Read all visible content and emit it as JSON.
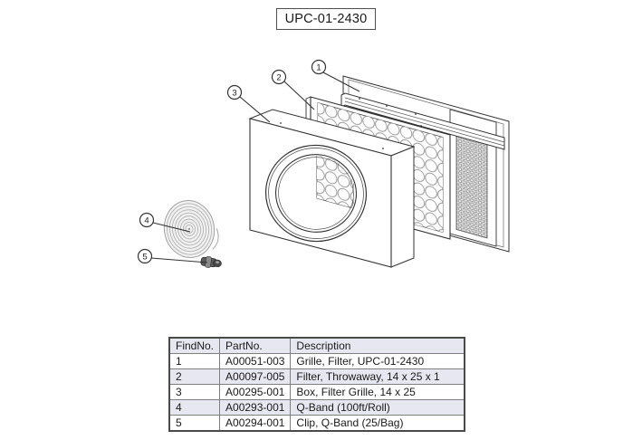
{
  "title": "UPC-01-2430",
  "diagram": {
    "callouts": [
      "1",
      "2",
      "3",
      "4",
      "5"
    ]
  },
  "table": {
    "headers": [
      "FindNo.",
      "PartNo.",
      "Description"
    ],
    "rows": [
      [
        "1",
        "A00051-003",
        "Grille, Filter, UPC-01-2430"
      ],
      [
        "2",
        "A00097-005",
        "Filter, Throwaway, 14 x 25 x 1"
      ],
      [
        "3",
        "A00295-001",
        "Box, Filter Grille, 14 x 25"
      ],
      [
        "4",
        "A00293-001",
        "Q-Band (100ft/Roll)"
      ],
      [
        "5",
        "A00294-001",
        "Clip, Q-Band (25/Bag)"
      ]
    ]
  },
  "colors": {
    "line": "#333333",
    "row_shade": "#e7e7f1",
    "mesh_gray": "#8a8a8a",
    "page_bg": "#ffffff"
  }
}
